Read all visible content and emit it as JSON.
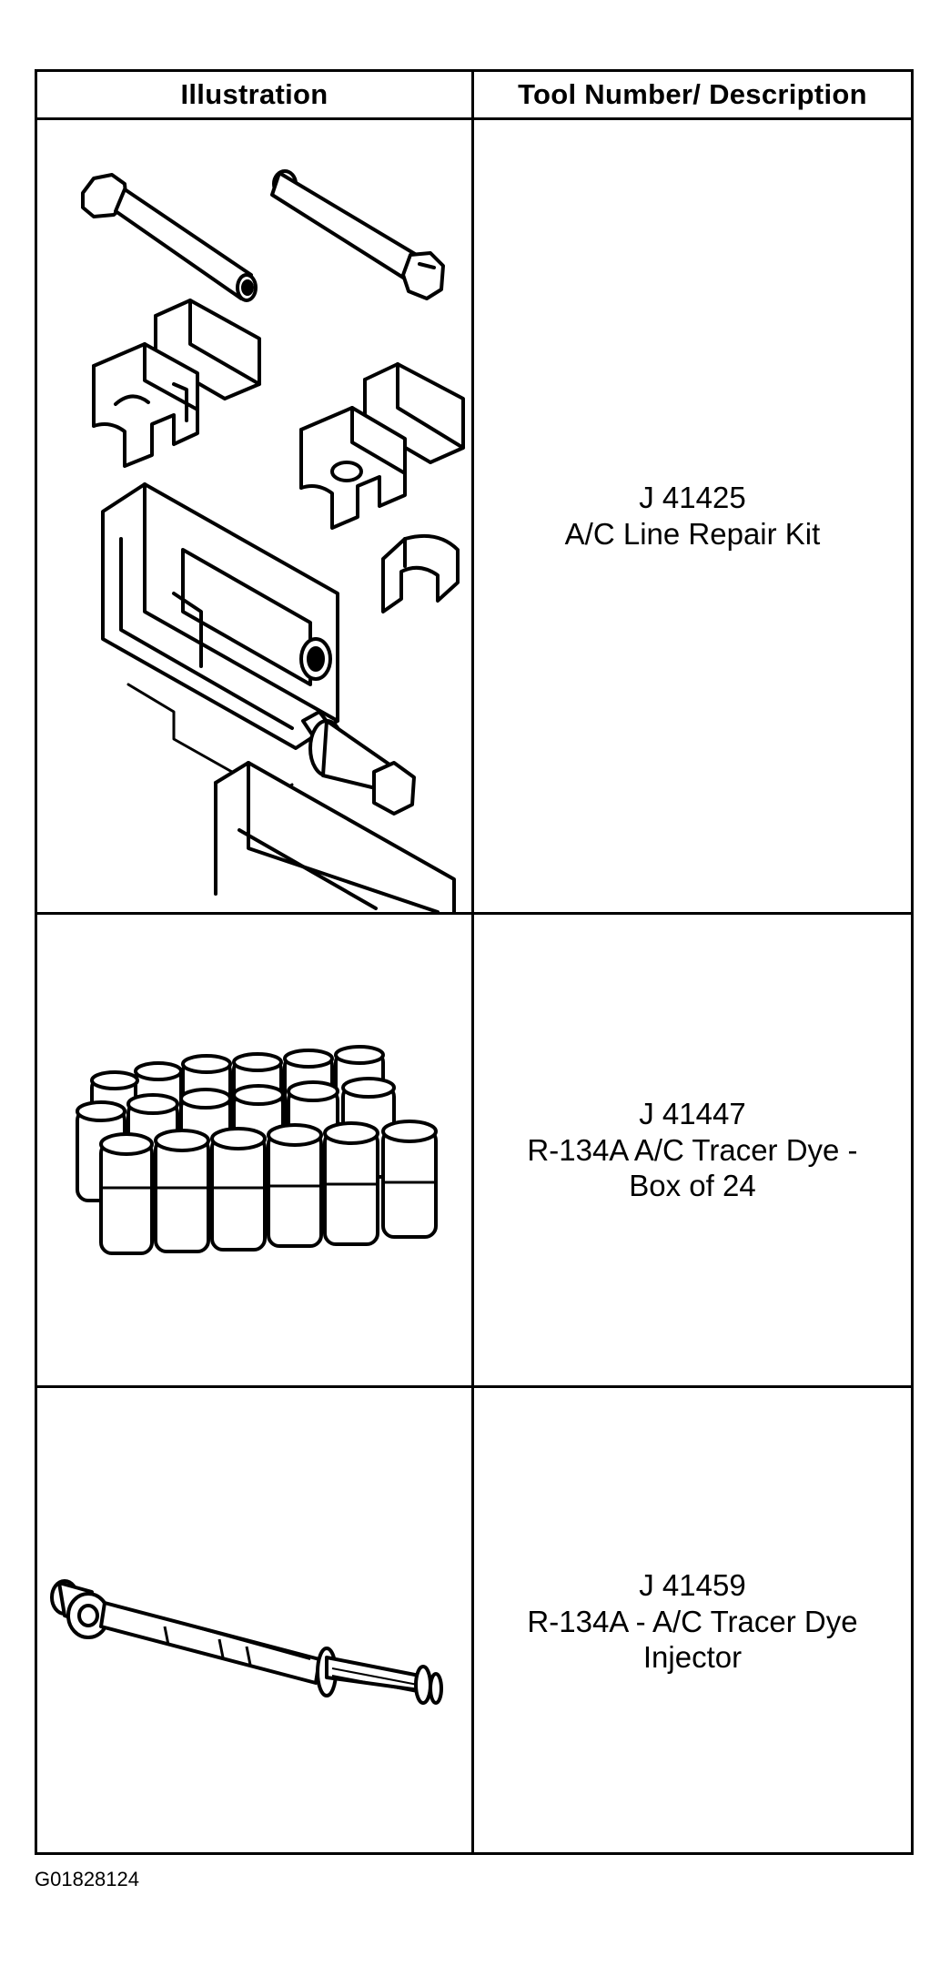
{
  "table": {
    "header_illustration": "Illustration",
    "header_description": "Tool Number/ Description"
  },
  "tools": [
    {
      "tool_number": "J 41425",
      "description_lines": [
        "A/C Line Repair Kit"
      ],
      "icon": "ac-line-repair-kit-illustration"
    },
    {
      "tool_number": "J 41447",
      "description_lines": [
        "R-134A A/C Tracer Dye -",
        "Box of 24"
      ],
      "icon": "tracer-dye-bottles-illustration"
    },
    {
      "tool_number": "J 41459",
      "description_lines": [
        "R-134A - A/C Tracer Dye",
        "Injector"
      ],
      "icon": "dye-injector-illustration"
    }
  ],
  "figure_id": "G01828124"
}
